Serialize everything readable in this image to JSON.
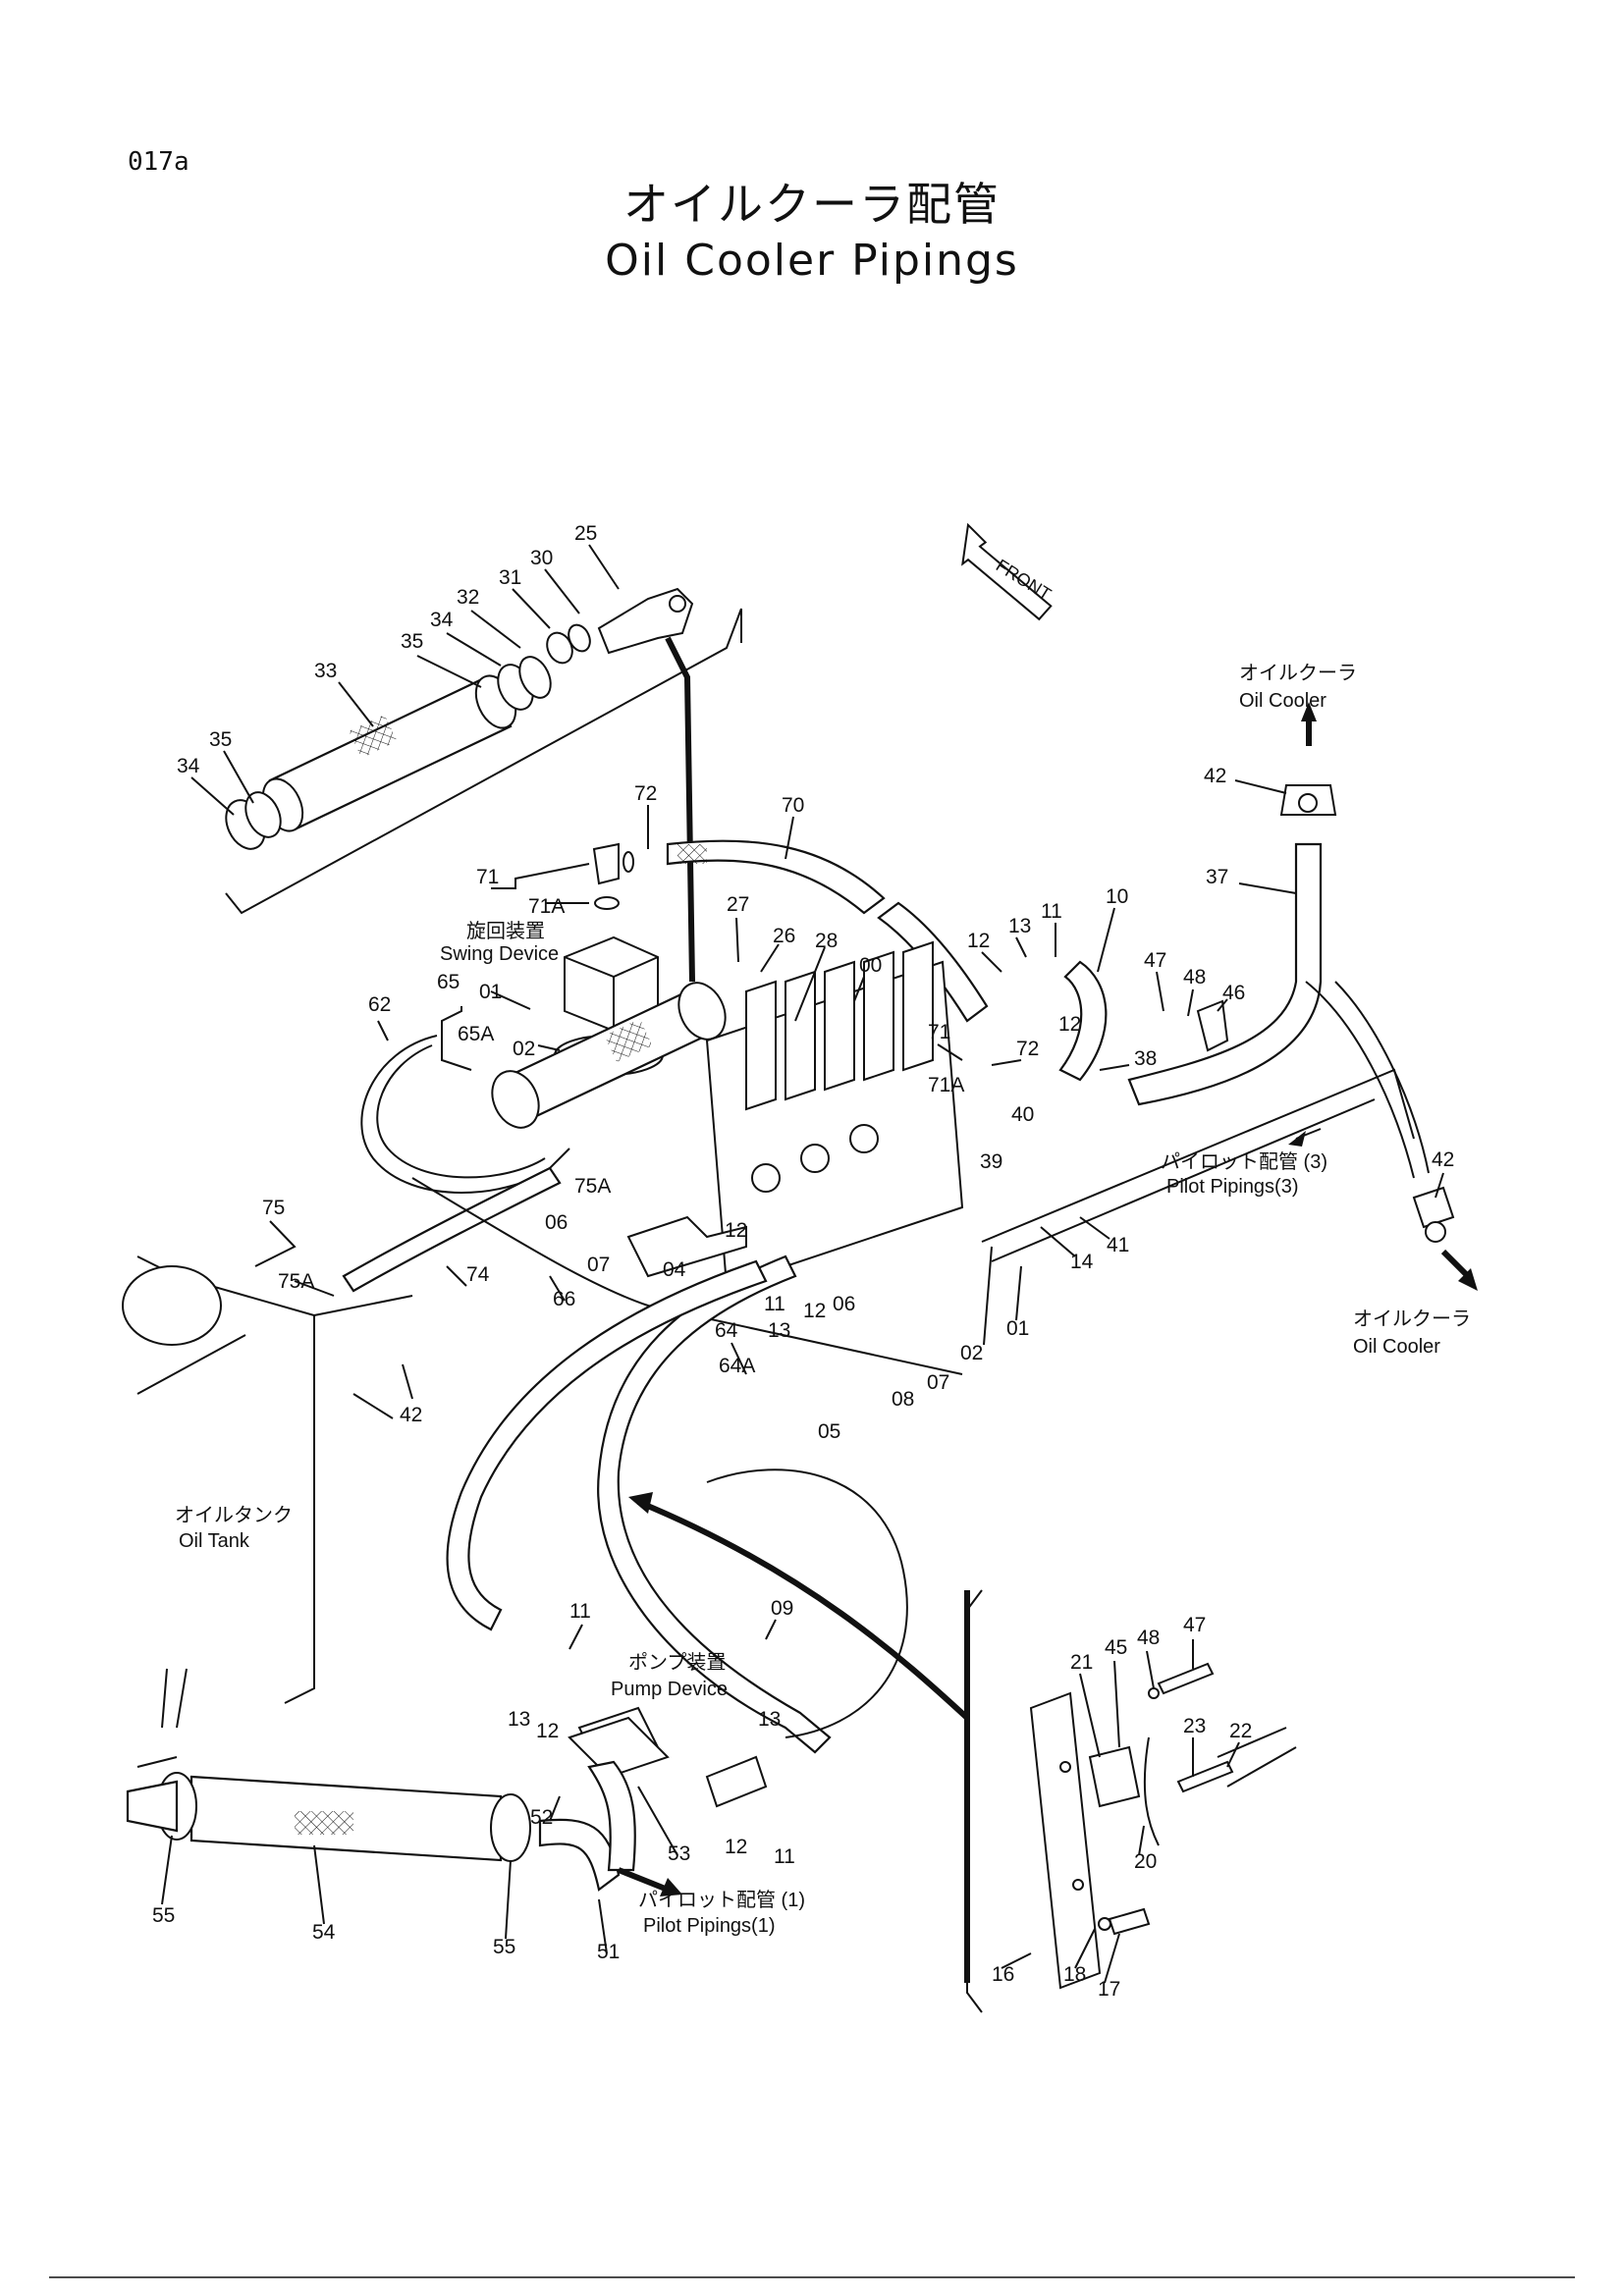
{
  "page_code": "017a",
  "title_jp": "オイルクーラ配管",
  "title_en": "Oil Cooler Pipings",
  "front_label": "FRONT",
  "labels": {
    "swing_device_jp": "旋回装置",
    "swing_device_en": "Swing Device",
    "oil_cooler_top_jp": "オイルクーラ",
    "oil_cooler_top_en": "Oil Cooler",
    "oil_cooler_right_jp": "オイルクーラ",
    "oil_cooler_right_en": "Oil Cooler",
    "pilot3_jp": "パイロット配管 (3)",
    "pilot3_en": "Pilot Pipings(3)",
    "oil_tank_jp": "オイルタンク",
    "oil_tank_en": "Oil Tank",
    "pump_device_jp": "ポンプ装置",
    "pump_device_en": "Pump Device",
    "pilot1_jp": "パイロット配管 (1)",
    "pilot1_en": "Pilot Pipings(1)"
  },
  "callouts": {
    "c25": "25",
    "c30": "30",
    "c31": "31",
    "c32": "32",
    "c34a": "34",
    "c35a": "35",
    "c33": "33",
    "c35b": "35",
    "c34b": "34",
    "c72a": "72",
    "c70": "70",
    "c71": "71",
    "c71A": "71A",
    "c27": "27",
    "c26": "26",
    "c28": "28",
    "c00": "00",
    "c65": "65",
    "c01a": "01",
    "c62": "62",
    "c65A": "65A",
    "c02a": "02",
    "c12a": "12",
    "c13a": "13",
    "c11a": "11",
    "c10": "10",
    "c47a": "47",
    "c48a": "48",
    "c46": "46",
    "c12b": "12",
    "c38": "38",
    "c71b": "71",
    "c72b": "72",
    "c71Ab": "71A",
    "c42a": "42",
    "c37": "37",
    "c40": "40",
    "c39": "39",
    "c42b": "42",
    "c41": "41",
    "c14": "14",
    "c75": "75",
    "c75Aa": "75A",
    "c75Ab": "75A",
    "c06a": "06",
    "c04": "04",
    "c07a": "07",
    "c12c": "12",
    "c11b": "11",
    "c13b": "13",
    "c12d": "12",
    "c06b": "06",
    "c02b": "02",
    "c01b": "01",
    "c74": "74",
    "c66": "66",
    "c64": "64",
    "c64A": "64A",
    "c08": "08",
    "c07b": "07",
    "c05": "05",
    "c42c": "42",
    "c11c": "11",
    "c09": "09",
    "c13c": "13",
    "c12e": "12",
    "c13d": "13",
    "c52": "52",
    "c53": "53",
    "c12f": "12",
    "c11d": "11",
    "c55a": "55",
    "c54": "54",
    "c55b": "55",
    "c51": "51",
    "c21": "21",
    "c45": "45",
    "c48b": "48",
    "c47b": "47",
    "c23": "23",
    "c22": "22",
    "c20": "20",
    "c16": "16",
    "c18": "18",
    "c17": "17"
  }
}
